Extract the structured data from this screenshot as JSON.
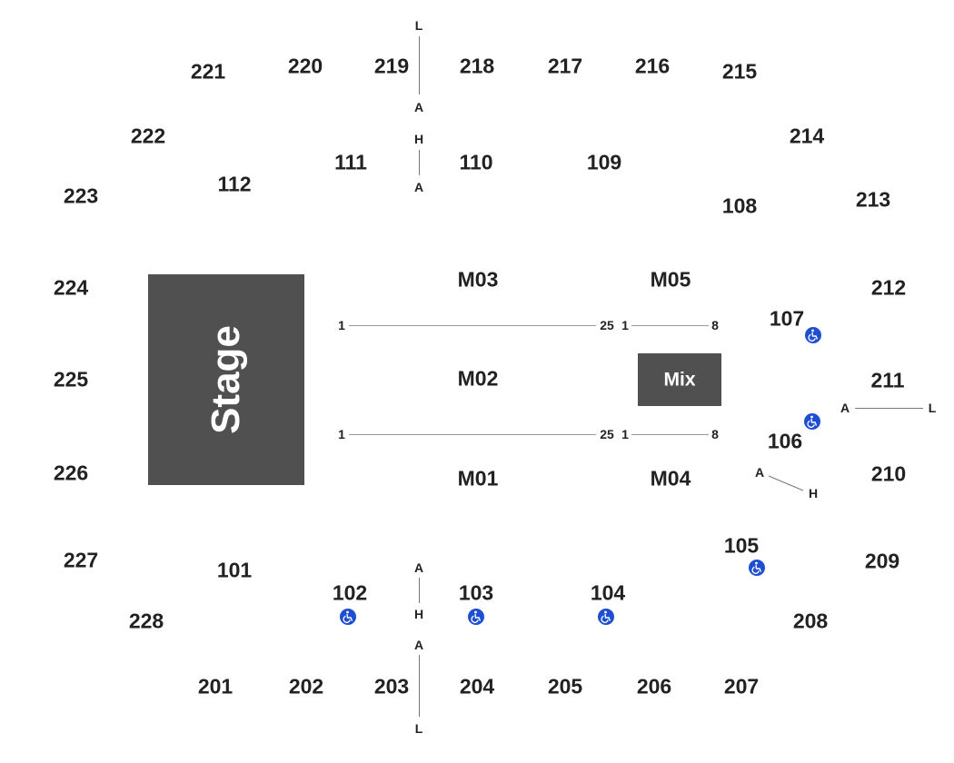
{
  "stage": {
    "label": "Stage"
  },
  "mix": {
    "label": "Mix"
  },
  "sections": {
    "s221": "221",
    "s220": "220",
    "s219": "219",
    "s218": "218",
    "s217": "217",
    "s216": "216",
    "s215": "215",
    "s222": "222",
    "s214": "214",
    "s223": "223",
    "s213": "213",
    "s224": "224",
    "s212": "212",
    "s225": "225",
    "s211": "211",
    "s226": "226",
    "s210": "210",
    "s227": "227",
    "s209": "209",
    "s228": "228",
    "s208": "208",
    "s201": "201",
    "s202": "202",
    "s203": "203",
    "s204": "204",
    "s205": "205",
    "s206": "206",
    "s207": "207",
    "s111": "111",
    "s110": "110",
    "s109": "109",
    "s112": "112",
    "s108": "108",
    "s107": "107",
    "s106": "106",
    "s105": "105",
    "s101": "101",
    "s102": "102",
    "s103": "103",
    "s104": "104",
    "m03": "M03",
    "m05": "M05",
    "m02": "M02",
    "m01": "M01",
    "m04": "M04"
  },
  "row_markers": {
    "top_L": "L",
    "top_A": "A",
    "top_H": "H",
    "top_A2": "A",
    "bot_A": "A",
    "bot_H": "H",
    "bot_A2": "A",
    "bot_L": "L",
    "right_A": "A",
    "right_L": "L",
    "r106_A": "A",
    "r106_H": "H"
  },
  "seat_ranges": {
    "upper_left_start": "1",
    "upper_left_end": "25",
    "upper_right_start": "1",
    "upper_right_end": "8",
    "lower_left_start": "1",
    "lower_left_end": "25",
    "lower_right_start": "1",
    "lower_right_end": "8"
  },
  "icons": {
    "accessible": "wheelchair-icon"
  },
  "colors": {
    "block_fill": "#505050",
    "accessible_blue": "#1f4fd1",
    "text": "#222222"
  }
}
